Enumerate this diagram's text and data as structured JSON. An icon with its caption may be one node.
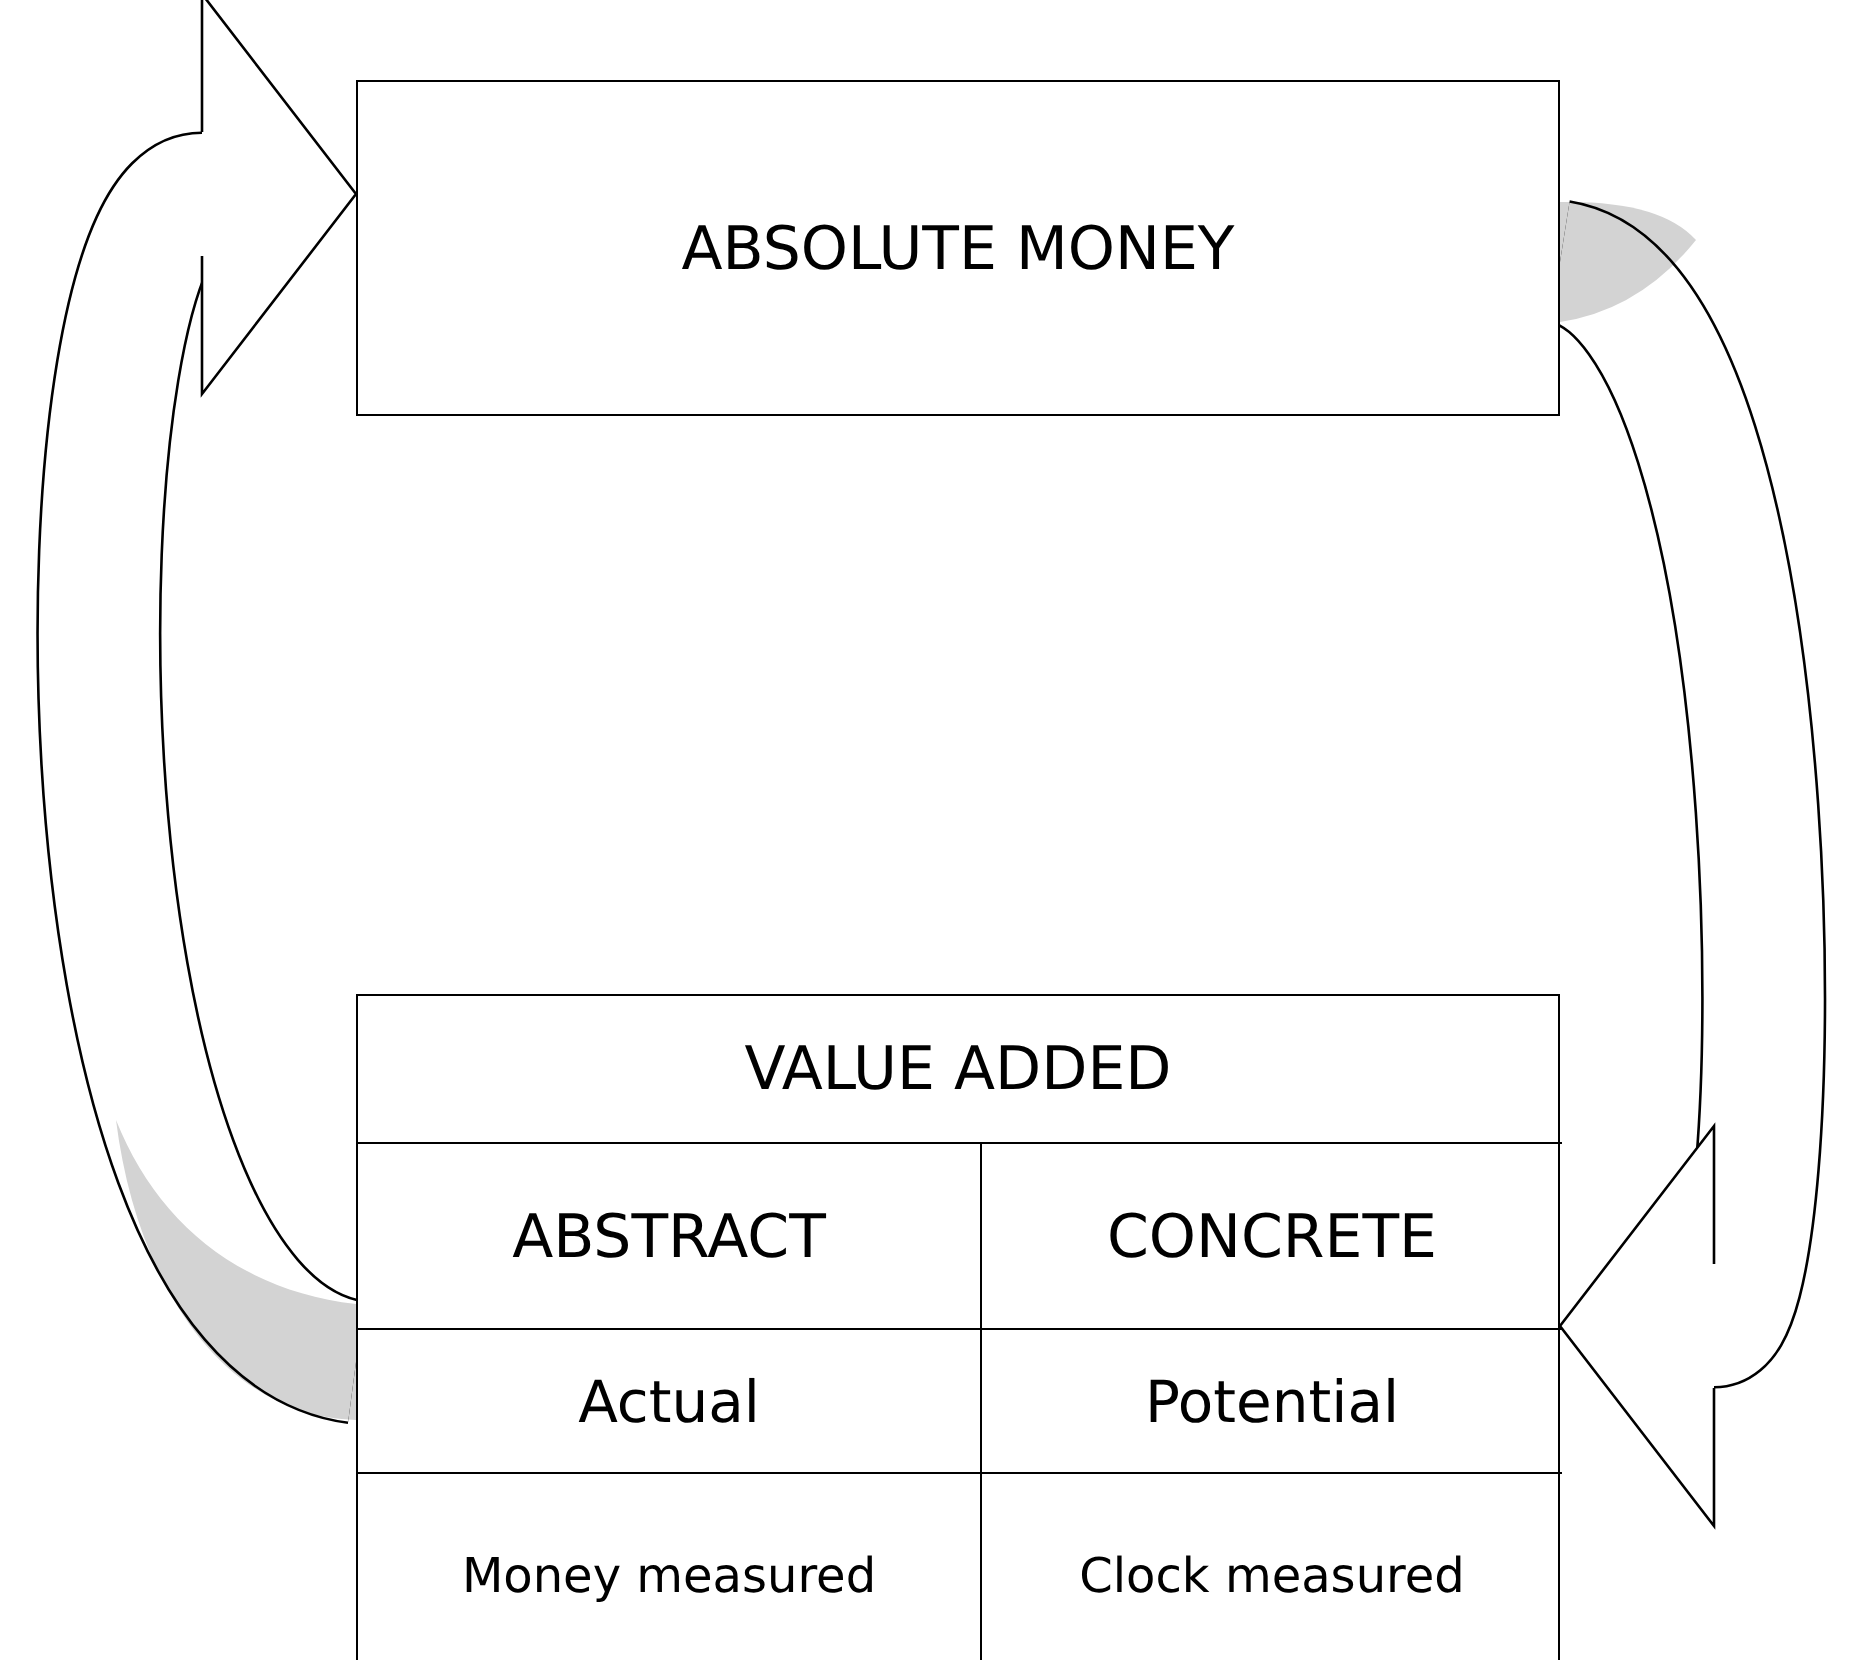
{
  "diagram": {
    "nodes": [
      {
        "text": [
          "ABSOLUTE MONEY"
        ]
      },
      {
        "text": [
          "VALUE ADDED"
        ]
      },
      {
        "text": [
          "ABSTRACT"
        ],
        "in": 1
      },
      {
        "text": [
          "CONCRETE"
        ],
        "in": 1
      },
      {
        "text": [
          "Actual"
        ],
        "in": 1
      },
      {
        "text": [
          "Potential"
        ],
        "in": 1
      },
      {
        "text": [
          "Money measured"
        ],
        "in": 1
      },
      {
        "text": [
          "Clock measured"
        ],
        "in": 1
      }
    ],
    "edges": [
      {
        "from": 0,
        "to": 1,
        "arrow": "to"
      },
      {
        "from": 1,
        "to": 0,
        "arrow": "to"
      }
    ]
  }
}
